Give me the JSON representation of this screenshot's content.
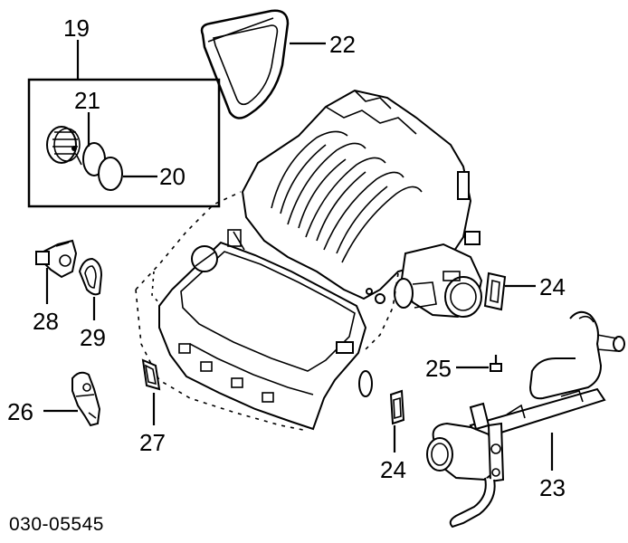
{
  "diagram_code": "030-05545",
  "callouts": {
    "c19": "19",
    "c21": "21",
    "c20": "20",
    "c22": "22",
    "c24a": "24",
    "c24b": "24",
    "c25": "25",
    "c23": "23",
    "c28": "28",
    "c29": "29",
    "c26": "26",
    "c27": "27"
  }
}
